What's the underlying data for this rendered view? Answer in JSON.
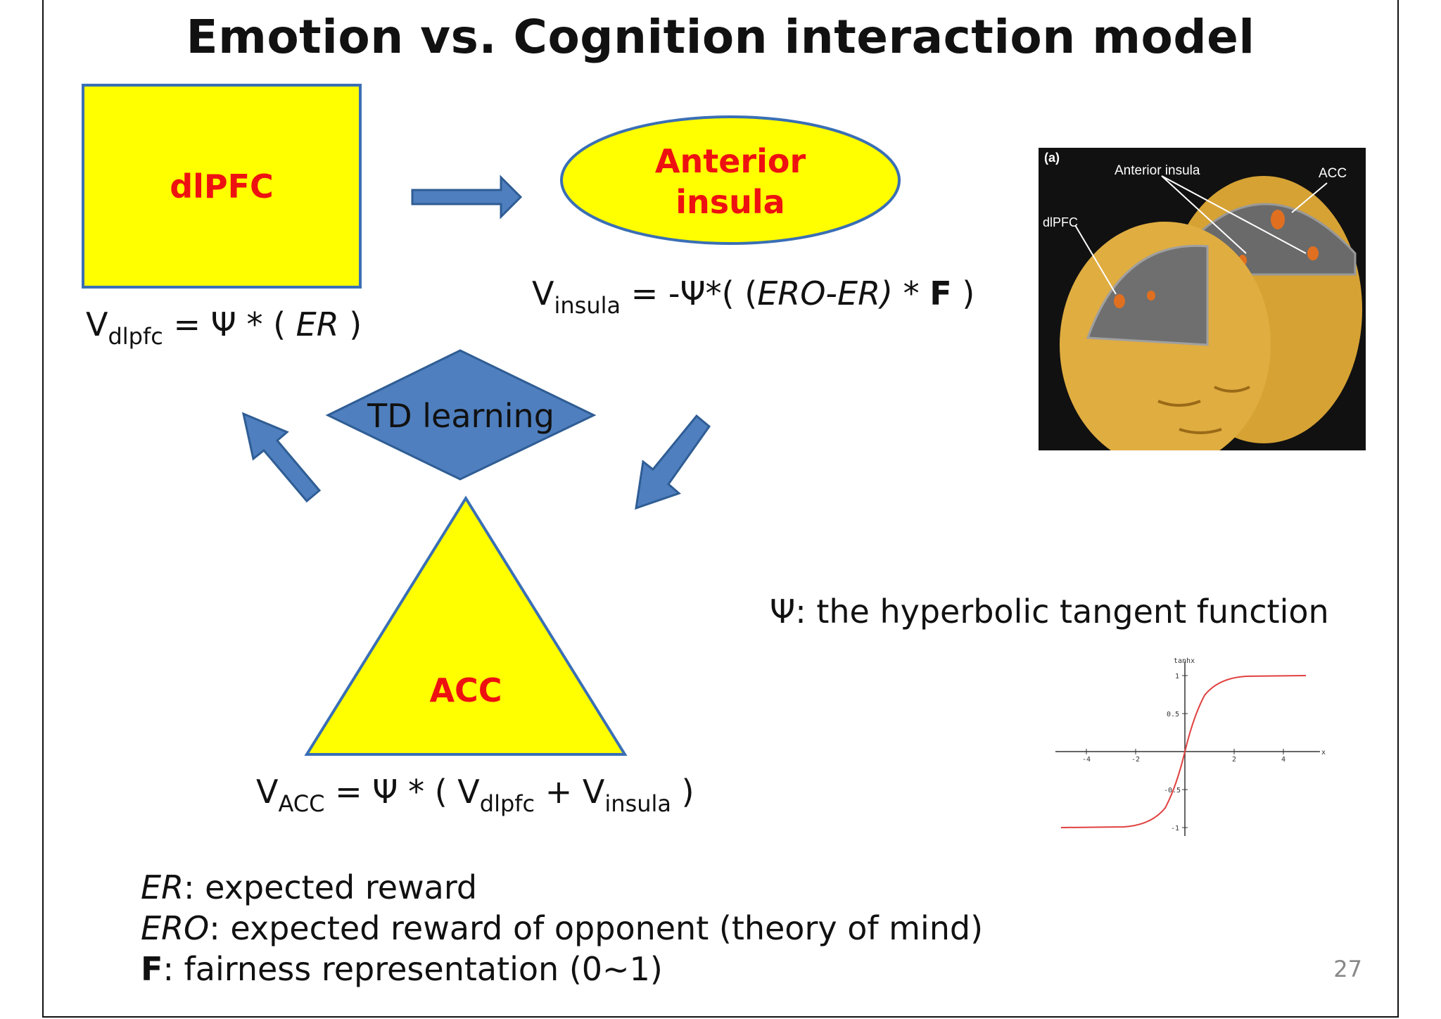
{
  "title": "Emotion vs. Cognition interaction model",
  "nodes": {
    "dlpfc": "dlPFC",
    "insula_line1": "Anterior",
    "insula_line2": "insula",
    "td": "TD learning",
    "acc": "ACC"
  },
  "formulas": {
    "dlpfc": {
      "v": "V",
      "sub": "dlpfc",
      "eq": " = Ψ * ( ",
      "er": "ER",
      "close": " )"
    },
    "insula": {
      "v": "V",
      "sub": "insula",
      "eq": " = -Ψ*( (",
      "ero_er": "ERO-ER)",
      "mid": " * ",
      "f": "F",
      "close": " )"
    },
    "acc": {
      "v": "V",
      "sub": "ACC",
      "eq": " = Ψ * ( V",
      "sub2": "dlpfc",
      "plus": " + V",
      "sub3": "insula",
      "close": " )"
    }
  },
  "hyperbolic": "Ψ: the hyperbolic tangent function",
  "legend": [
    {
      "term": "ER",
      "desc": ": expected reward"
    },
    {
      "term": "ERO",
      "desc": ": expected reward of opponent (theory of mind)"
    },
    {
      "term": "F",
      "desc": ": fairness representation (0~1)"
    }
  ],
  "photo": {
    "panel_label": "(a)",
    "label_insula": "Anterior insula",
    "label_acc": "ACC",
    "label_dlpfc": "dlPFC"
  },
  "tanh_plot": {
    "ylabel": "tanhx",
    "xlabel": "x",
    "xticks": [
      "-4",
      "-2",
      "2",
      "4"
    ],
    "yticks": [
      "1",
      "0.5",
      "-0.5",
      "-1"
    ]
  },
  "colors": {
    "yellow": "#ffff00",
    "blue": "#4f7fbe",
    "red": "#ee1111"
  },
  "page_number": "27"
}
